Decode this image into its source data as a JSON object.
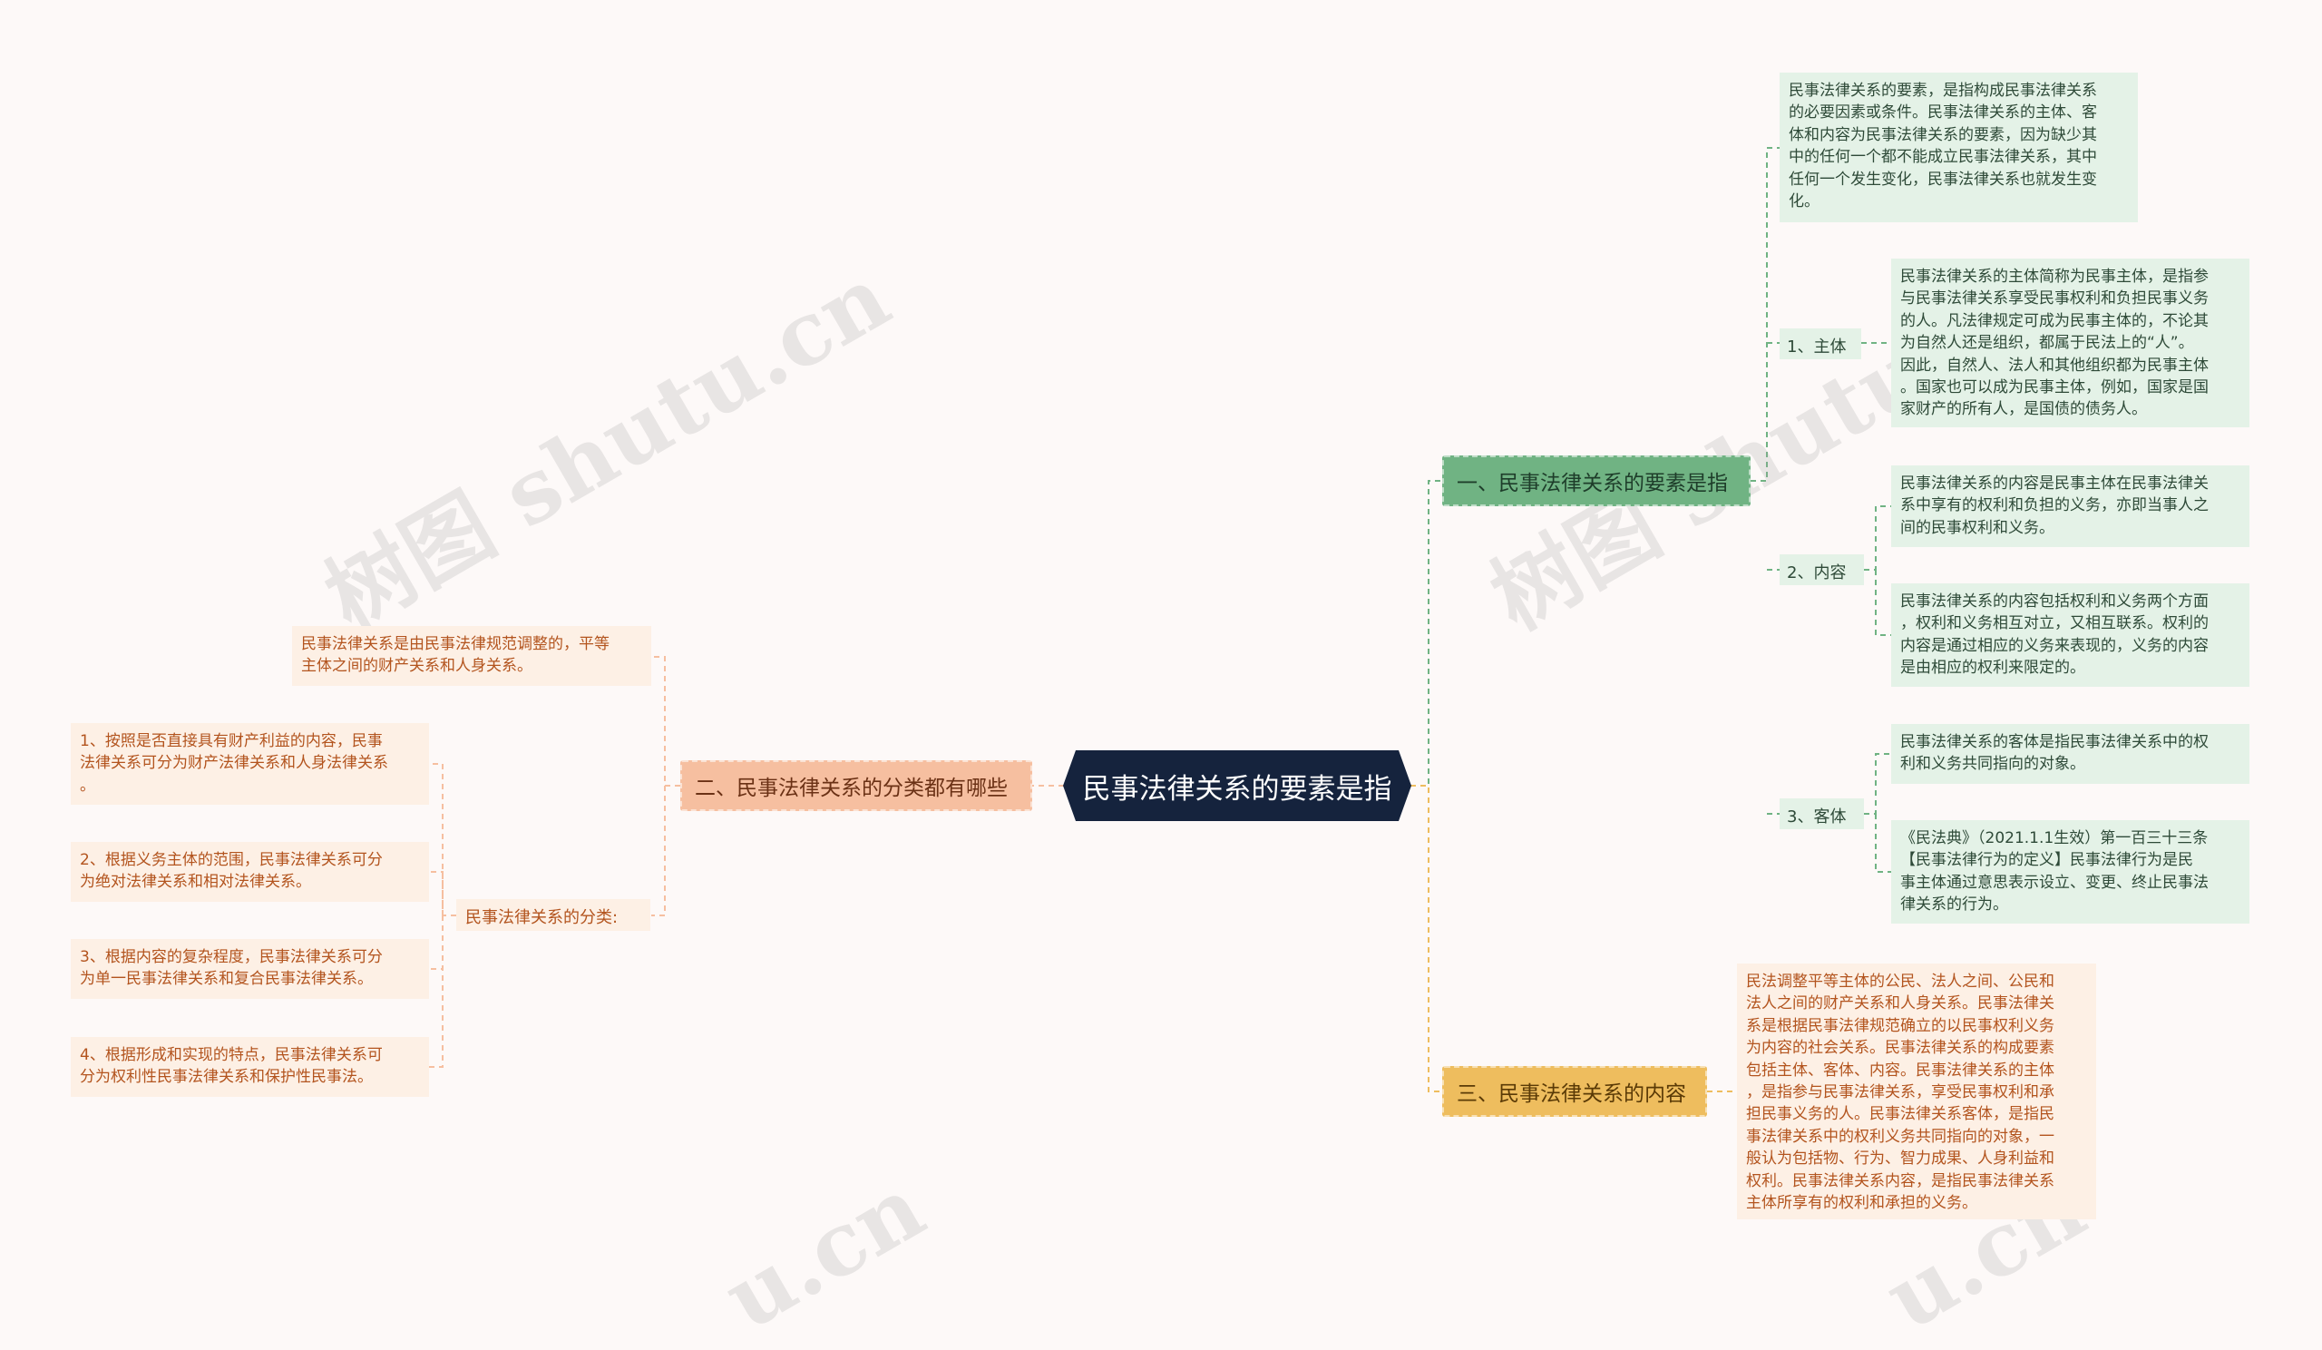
{
  "root": {
    "title": "民事法律关系的要素是指"
  },
  "branch1": {
    "title": "一、民事法律关系的要素是指",
    "intro_lines": [
      "民事法律关系的要素，是指构成民事法律关系",
      "的必要因素或条件。民事法律关系的主体、客",
      "体和内容为民事法律关系的要素，因为缺少其",
      "中的任何一个都不能成立民事法律关系，其中",
      "任何一个发生变化，民事法律关系也就发生变",
      "化。"
    ],
    "subject": {
      "label": "1、主体",
      "lines": [
        "民事法律关系的主体简称为民事主体，是指参",
        "与民事法律关系享受民事权利和负担民事义务",
        "的人。凡法律规定可成为民事主体的，不论其",
        "为自然人还是组织，都属于民法上的“人”。",
        "因此，自然人、法人和其他组织都为民事主体",
        "。国家也可以成为民事主体，例如，国家是国",
        "家财产的所有人，是国债的债务人。"
      ]
    },
    "content": {
      "label": "2、内容",
      "item1_lines": [
        "民事法律关系的内容是民事主体在民事法律关",
        "系中享有的权利和负担的义务，亦即当事人之",
        "间的民事权利和义务。"
      ],
      "item2_lines": [
        "民事法律关系的内容包括权利和义务两个方面",
        "，权利和义务相互对立，又相互联系。权利的",
        "内容是通过相应的义务来表现的，义务的内容",
        "是由相应的权利来限定的。"
      ]
    },
    "object": {
      "label": "3、客体",
      "item1_lines": [
        "民事法律关系的客体是指民事法律关系中的权",
        "利和义务共同指向的对象。"
      ],
      "item2_lines": [
        "《民法典》（2021.1.1生效）第一百三十三条",
        "【民事法律行为的定义】民事法律行为是民",
        "事主体通过意思表示设立、变更、终止民事法",
        "律关系的行为。"
      ]
    }
  },
  "branch2": {
    "title": "二、民事法律关系的分类都有哪些",
    "intro_lines": [
      "民事法律关系是由民事法律规范调整的，平等",
      "主体之间的财产关系和人身关系。"
    ],
    "classification": {
      "label": "民事法律关系的分类:",
      "items": [
        [
          "1、按照是否直接具有财产利益的内容，民事",
          "法律关系可分为财产法律关系和人身法律关系",
          "。"
        ],
        [
          "2、根据义务主体的范围，民事法律关系可分",
          "为绝对法律关系和相对法律关系。"
        ],
        [
          "3、根据内容的复杂程度，民事法律关系可分",
          "为单一民事法律关系和复合民事法律关系。"
        ],
        [
          "4、根据形成和实现的特点，民事法律关系可",
          "分为权利性民事法律关系和保护性民事法。"
        ]
      ]
    }
  },
  "branch3": {
    "title": "三、民事法律关系的内容",
    "lines": [
      "民法调整平等主体的公民、法人之间、公民和",
      "法人之间的财产关系和人身关系。民事法律关",
      "系是根据民事法律规范确立的以民事权利义务",
      "为内容的社会关系。民事法律关系的构成要素",
      "包括主体、客体、内容。民事法律关系的主体",
      "，是指参与民事法律关系，享受民事权利和承",
      "担民事义务的人。民事法律关系客体，是指民",
      "事法律关系中的权利义务共同指向的对象，一",
      "般认为包括物、行为、智力成果、人身利益和",
      "权利。民事法律关系内容，是指民事法律关系",
      "主体所享有的权利和承担的义务。"
    ]
  },
  "watermarks": [
    "树图 shutu.cn",
    "树图 shutu.cn",
    "u.cn",
    "u.cn"
  ],
  "colors": {
    "root_bg": "#15233d",
    "green": "#70b383",
    "green_light": "#e4f2e7",
    "peach": "#f6bfa0",
    "peach_light": "#fdf0e5",
    "yellow": "#eebd5e"
  }
}
